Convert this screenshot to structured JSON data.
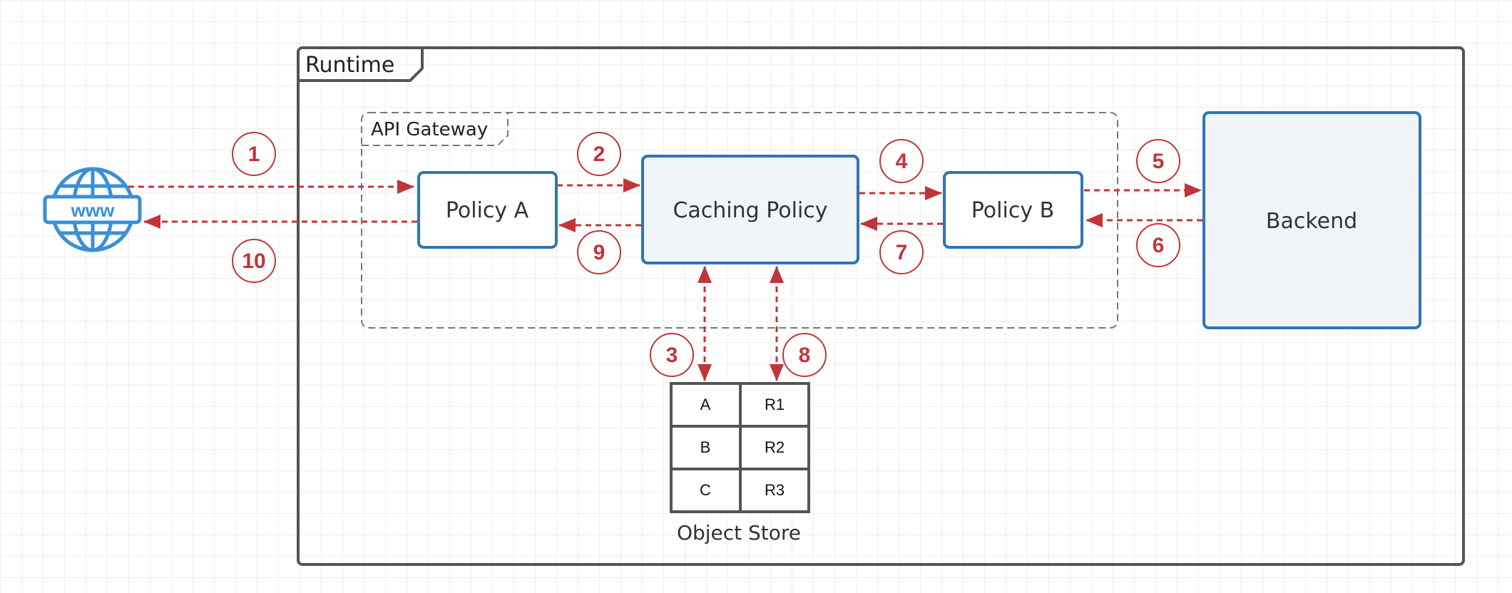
{
  "colors": {
    "accent": "#c0353a",
    "node_border": "#2f75b5",
    "node_fill": "#f0f5fa",
    "frame": "#555555",
    "gateway_dash": "#777777",
    "globe": "#3a8fd6"
  },
  "frames": {
    "runtime": "Runtime",
    "gateway": "API Gateway"
  },
  "client": {
    "icon": "globe-www-icon",
    "text": "www"
  },
  "nodes": {
    "policy_a": "Policy A",
    "caching": "Caching Policy",
    "policy_b": "Policy B",
    "backend": "Backend"
  },
  "store": {
    "label": "Object Store",
    "rows": [
      [
        "A",
        "R1"
      ],
      [
        "B",
        "R2"
      ],
      [
        "C",
        "R3"
      ]
    ]
  },
  "steps": [
    "1",
    "2",
    "3",
    "4",
    "5",
    "6",
    "7",
    "8",
    "9",
    "10"
  ]
}
